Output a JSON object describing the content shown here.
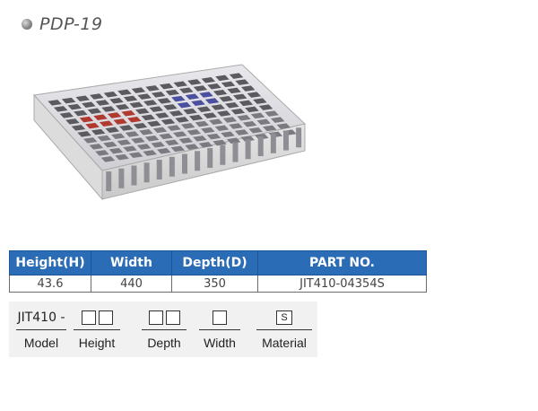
{
  "title": "PDP-19",
  "table": {
    "headers": [
      "Height(H)",
      "Width",
      "Depth(D)",
      "PART NO."
    ],
    "row": [
      "43.6",
      "440",
      "350",
      "JIT410-04354S"
    ]
  },
  "code": {
    "prefix": "JIT410 -",
    "material_code": "S",
    "labels": [
      "Model",
      "Height",
      "Depth",
      "Width",
      "Material"
    ]
  }
}
